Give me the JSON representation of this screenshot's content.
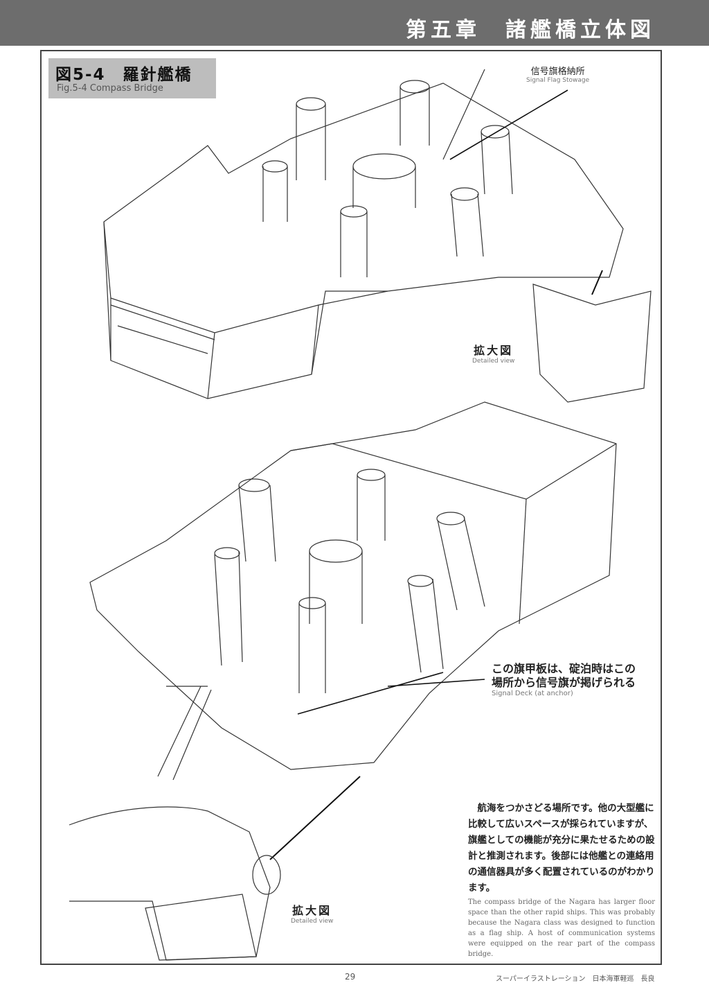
{
  "header": {
    "chapter_title": "第五章　諸艦橋立体図"
  },
  "figure": {
    "label_jp": "図5-4　羅針艦橋",
    "label_en": "Fig.5-4  Compass Bridge"
  },
  "callouts": {
    "signal_flag_stowage": {
      "jp": "信号旗格納所",
      "en": "Signal Flag Stowage"
    },
    "detailed_view_upper": {
      "jp": "拡大図",
      "en": "Detailed view"
    },
    "signal_deck": {
      "jp_line1": "この旗甲板は、碇泊時はこの",
      "jp_line2": "場所から信号旗が掲げられる",
      "en": "Signal Deck (at anchor)"
    },
    "detailed_view_lower": {
      "jp": "拡大図",
      "en": "Detailed view"
    }
  },
  "body": {
    "jp": "航海をつかさどる場所です。他の大型艦に比較して広いスペースが採られていますが、旗艦としての機能が充分に果たせるための設計と推測されます。後部には他艦との連絡用の通信器具が多く配置されているのがわかります。",
    "en": "The compass bridge of the Nagara has larger floor space than the other rapid ships. This was probably because the Nagara class was designed to function as a flag ship. A host of communication systems were equipped on the rear part of the compass bridge."
  },
  "footer": {
    "page_number": "29",
    "book_title": "スーパーイラストレーション　日本海軍軽巡　長良"
  }
}
